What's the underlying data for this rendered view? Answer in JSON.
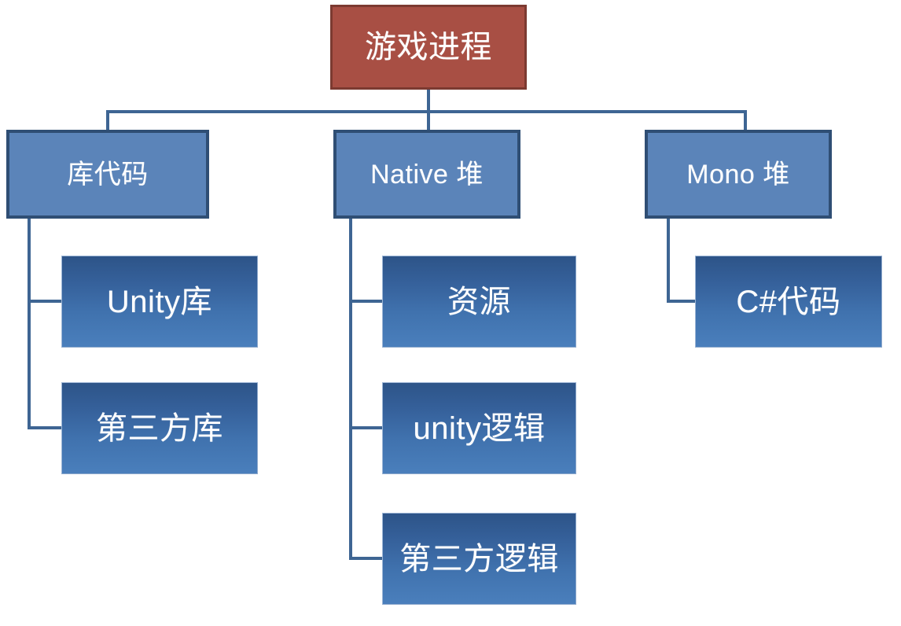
{
  "diagram": {
    "type": "tree",
    "title": "游戏进程",
    "palette": {
      "root_fill": "#A84F44",
      "root_border": "#7C3A31",
      "level2_fill": "#5B84B9",
      "level2_border": "#2F4E74",
      "level3_gradient_top": "#2D5488",
      "level3_gradient_bottom": "#4A7FBC",
      "connector": "#3E6593",
      "text": "#FFFFFF",
      "background": "#FFFFFF"
    },
    "root": {
      "label": "游戏进程"
    },
    "branches": [
      {
        "label": "库代码",
        "children": [
          {
            "label": "Unity库"
          },
          {
            "label": "第三方库"
          }
        ]
      },
      {
        "label": "Native 堆",
        "children": [
          {
            "label": "资源"
          },
          {
            "label": "unity逻辑"
          },
          {
            "label": "第三方逻辑"
          }
        ]
      },
      {
        "label": "Mono 堆",
        "children": [
          {
            "label": "C#代码"
          }
        ]
      }
    ]
  }
}
